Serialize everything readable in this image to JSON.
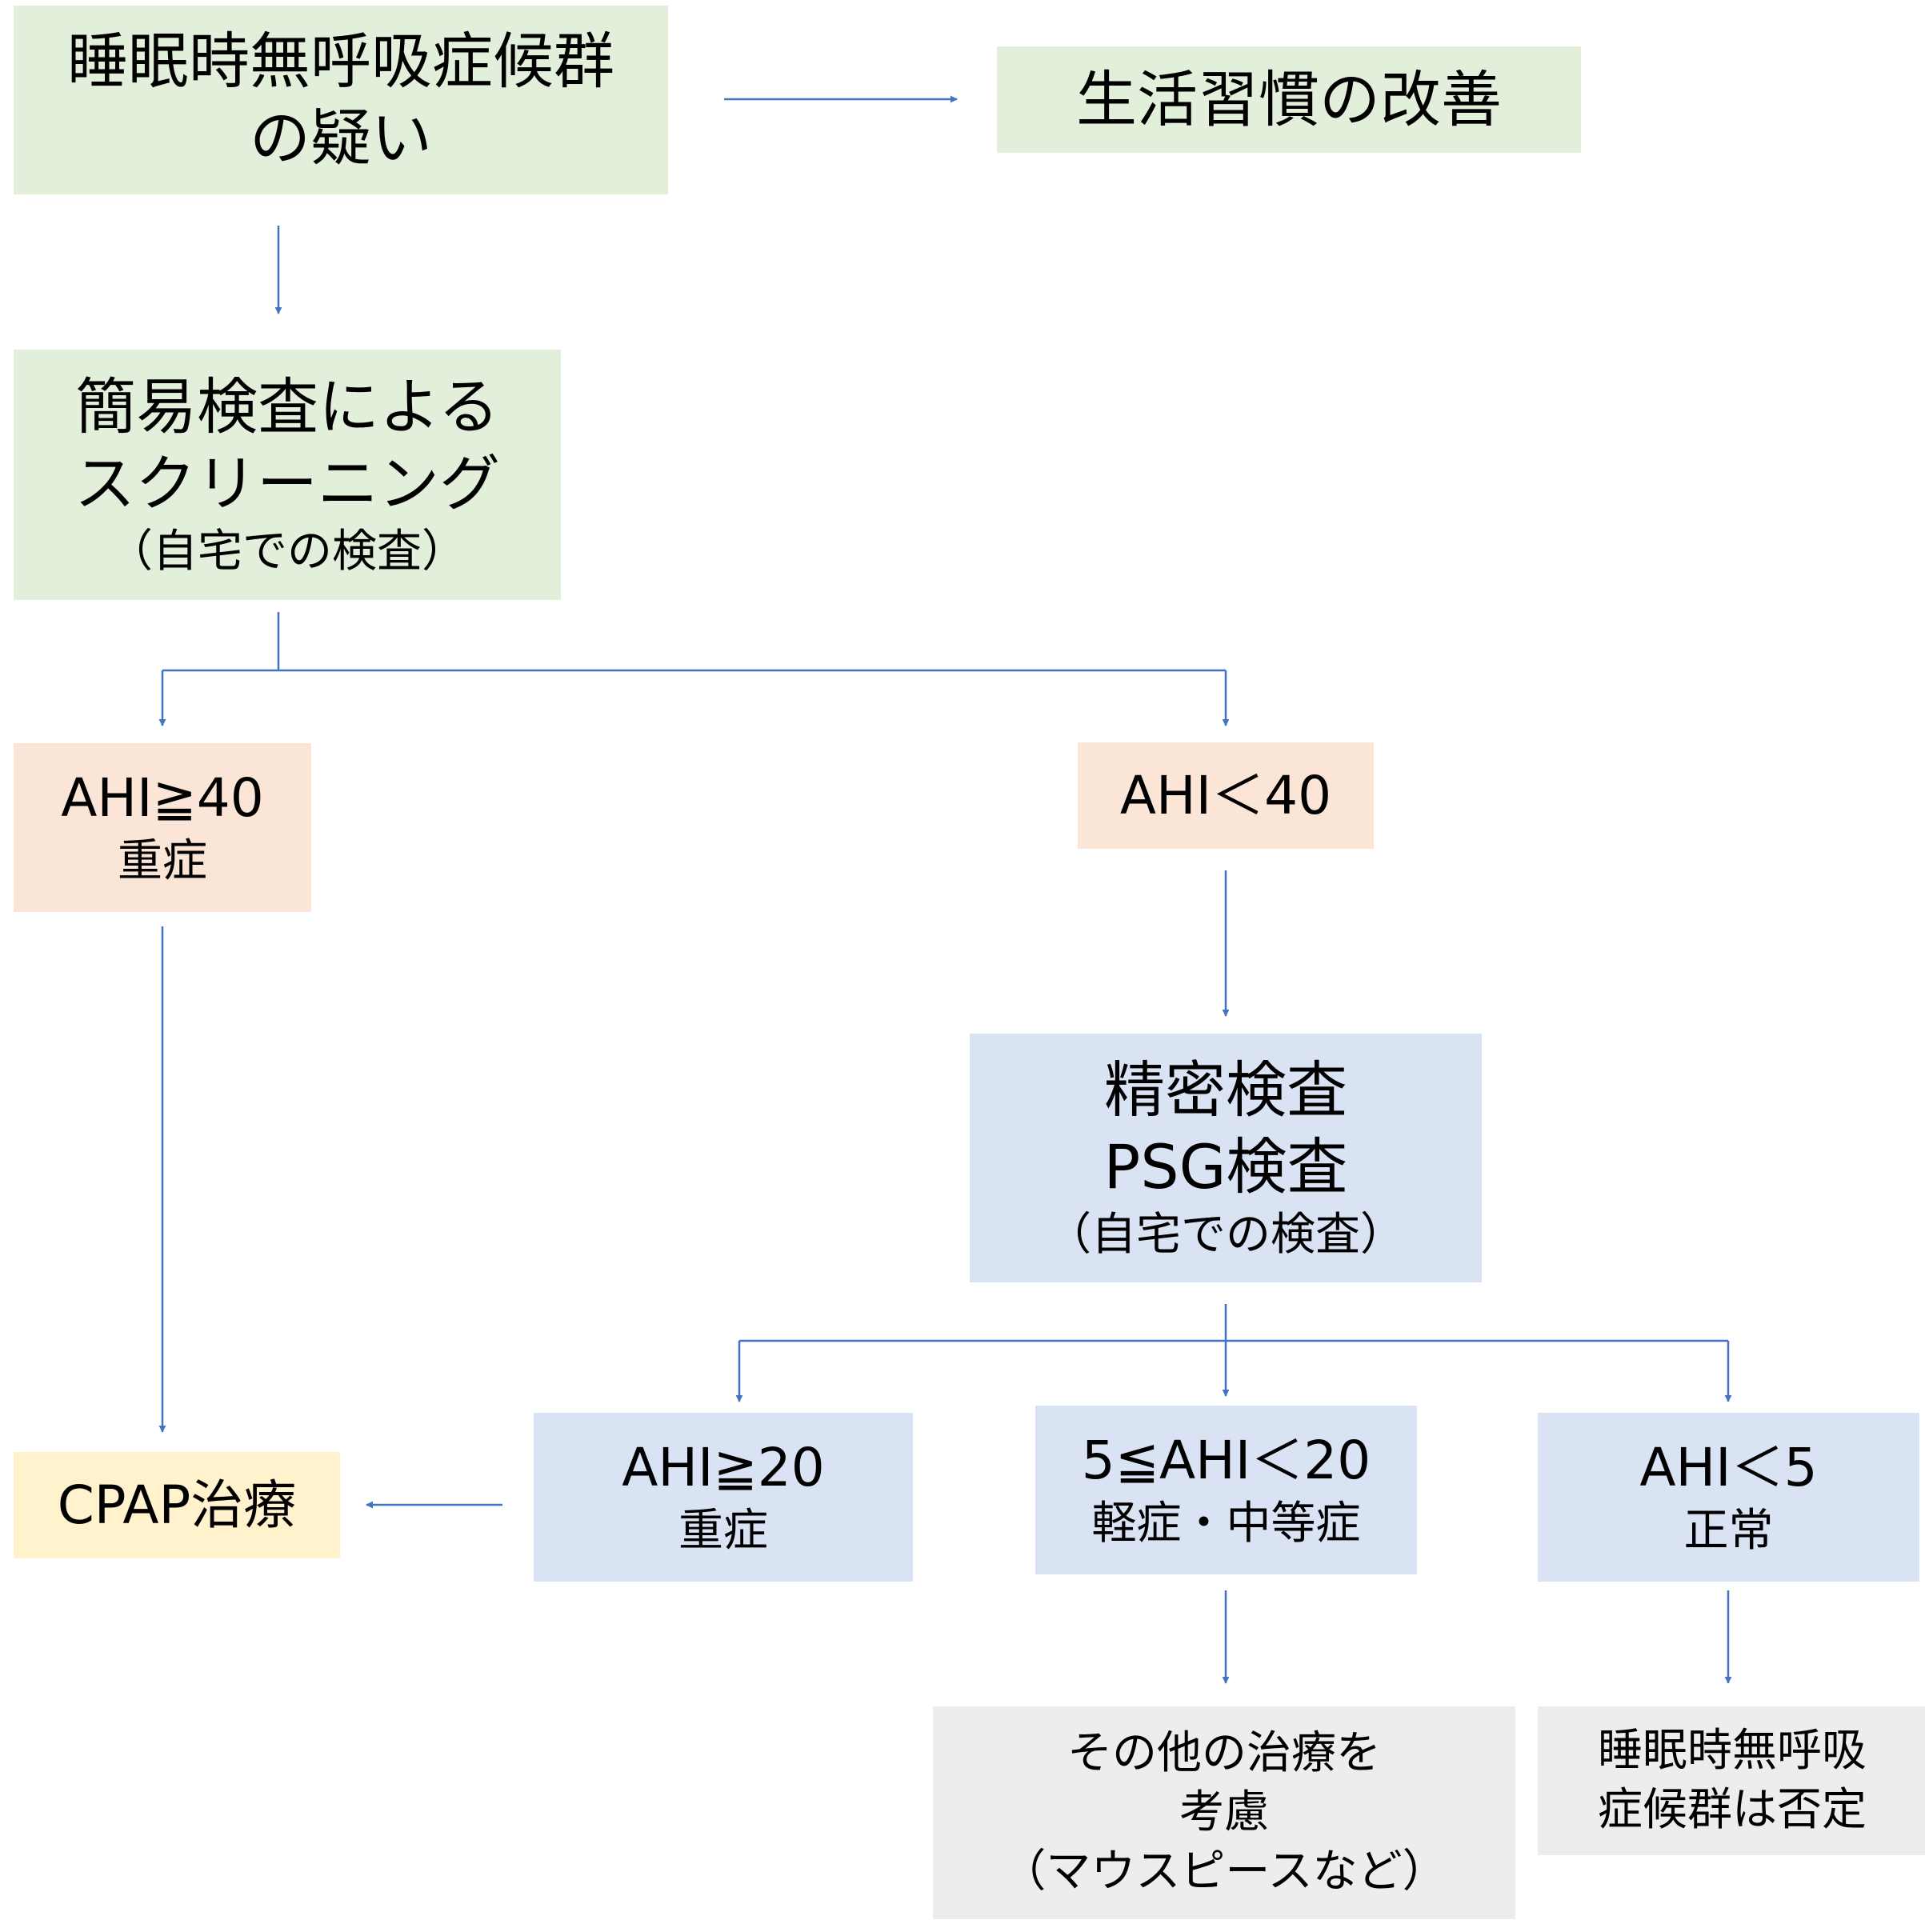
{
  "boxes": {
    "suspect": {
      "line1": "睡眠時無呼吸症候群",
      "line2": "の疑い"
    },
    "lifestyle": {
      "line1": "生活習慣の改善"
    },
    "screening": {
      "line1": "簡易検査による",
      "line2": "スクリーニング",
      "line3": "（自宅での検査）"
    },
    "ahi_ge40": {
      "line1": "AHI≧40",
      "line2": "重症"
    },
    "ahi_lt40": {
      "line1": "AHI＜40"
    },
    "psg": {
      "line1": "精密検査",
      "line2": "PSG検査",
      "line3": "（自宅での検査）"
    },
    "cpap": {
      "line1": "CPAP治療"
    },
    "ahi_ge20": {
      "line1": "AHI≧20",
      "line2": "重症"
    },
    "ahi_5_20": {
      "line1": "5≦AHI＜20",
      "line2": "軽症・中等症"
    },
    "ahi_lt5": {
      "line1": "AHI＜5",
      "line2": "正常"
    },
    "other": {
      "line1": "その他の治療を",
      "line2": "考慮",
      "line3": "（マウスピースなど）"
    },
    "denied": {
      "line1": "睡眠時無呼吸",
      "line2": "症候群は否定"
    }
  },
  "colors": {
    "arrow": "#4472c4",
    "green": "#e2efda",
    "orange": "#fbe5d6",
    "blue": "#dae3f3",
    "yellow": "#fff2cc",
    "gray": "#ededed"
  }
}
